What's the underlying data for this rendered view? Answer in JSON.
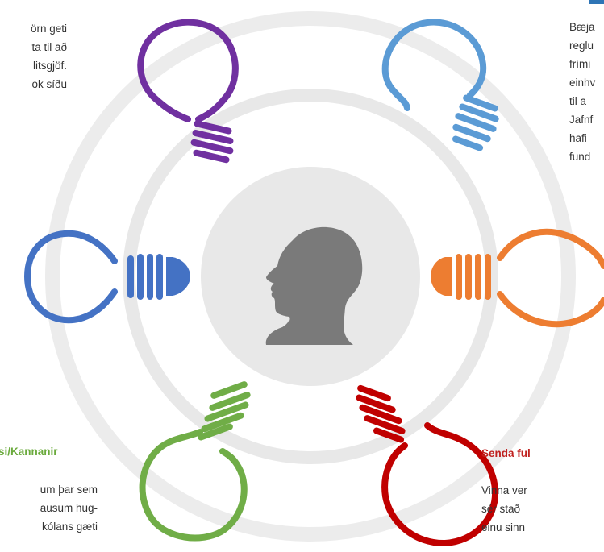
{
  "colors": {
    "ring": "#e6e6e6",
    "center_disc": "#e8e8e8",
    "head": "#7a7a7a",
    "purple": "#7030a0",
    "blue_light": "#5b9bd5",
    "blue": "#4472c4",
    "orange": "#ed7d31",
    "green": "#70ad47",
    "red": "#c00000"
  },
  "icons": {
    "center": "head-profile-icon",
    "bulbs": [
      "lightbulb-icon-purple",
      "lightbulb-icon-light-blue",
      "lightbulb-icon-blue",
      "lightbulb-icon-orange",
      "lightbulb-icon-green",
      "lightbulb-icon-red"
    ]
  },
  "top_left": {
    "lines": [
      "örn geti",
      "ta til að",
      "litsgjöf.",
      "ok   síðu"
    ]
  },
  "top_right": {
    "lines": [
      "Bæja",
      "reglu",
      "frími",
      "einhv",
      "til  a",
      "Jafnf",
      "hafi",
      "fund"
    ]
  },
  "bottom_left": {
    "heading": "si/Kannanir",
    "lines": [
      "um þar sem",
      "ausum hug-",
      "kólans gæti"
    ]
  },
  "bottom_right": {
    "heading": "Senda ful",
    "lines": [
      "Vinna  ver",
      "sér  stað",
      "einu  sinn"
    ]
  }
}
